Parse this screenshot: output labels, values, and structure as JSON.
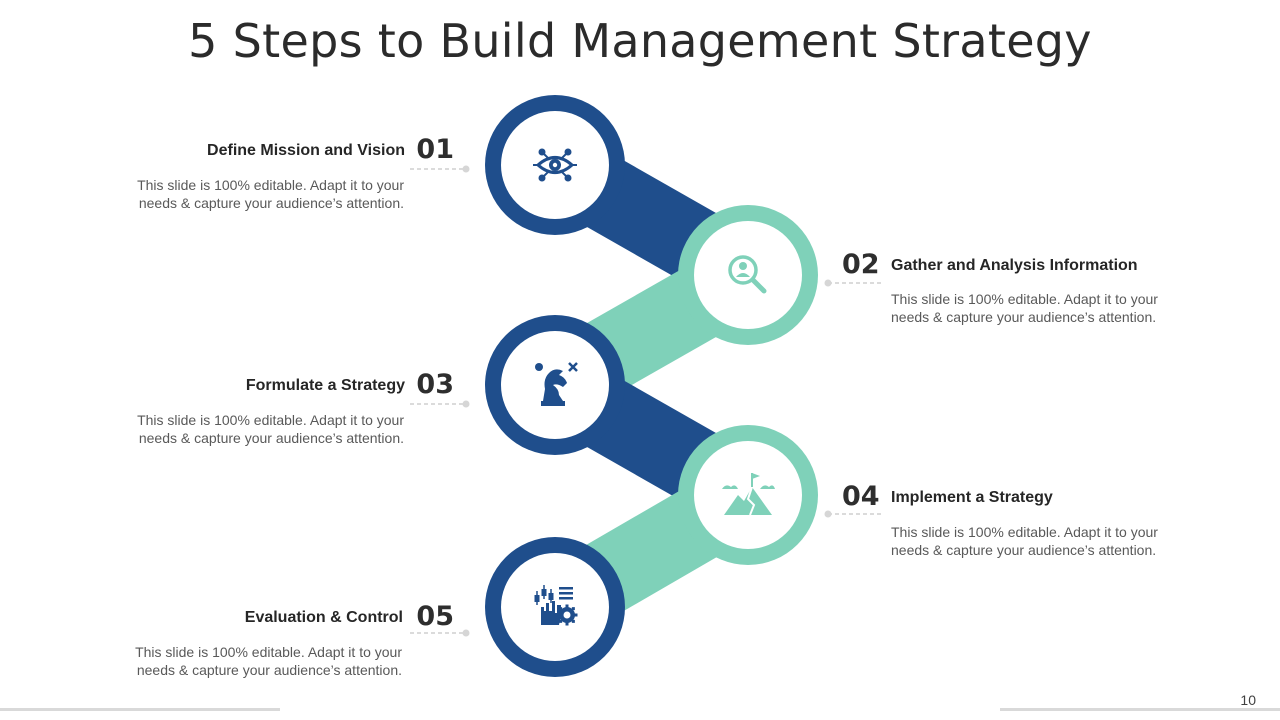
{
  "title": "5 Steps to Build Management Strategy",
  "page_number": "10",
  "colors": {
    "dark": "#1f4e8c",
    "light": "#7fd1b9",
    "white": "#ffffff"
  },
  "steps": [
    {
      "number": "01",
      "heading": "Define Mission and Vision",
      "description": "This slide is 100% editable. Adapt it to your needs & capture your audience’s attention.",
      "icon": "eye-network-icon",
      "color": "dark",
      "side": "left"
    },
    {
      "number": "02",
      "heading": "Gather and Analysis Information",
      "description": "This slide is 100% editable. Adapt it to your needs & capture your audience’s attention.",
      "icon": "user-search-icon",
      "color": "light",
      "side": "right"
    },
    {
      "number": "03",
      "heading": "Formulate a Strategy",
      "description": "This slide is 100% editable. Adapt it to your needs & capture your audience’s attention.",
      "icon": "chess-knight-icon",
      "color": "dark",
      "side": "left"
    },
    {
      "number": "04",
      "heading": "Implement a Strategy",
      "description": "This slide is 100% editable. Adapt it to your needs & capture your audience’s attention.",
      "icon": "mountain-flag-icon",
      "color": "light",
      "side": "right"
    },
    {
      "number": "05",
      "heading": "Evaluation & Control",
      "description": "This slide is 100% editable. Adapt it to your needs & capture your audience’s attention.",
      "icon": "hand-gear-chart-icon",
      "color": "dark",
      "side": "left"
    }
  ]
}
